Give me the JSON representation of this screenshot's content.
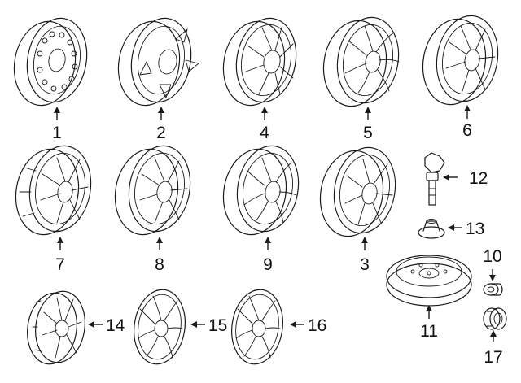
{
  "callouts": [
    {
      "id": "c1",
      "label": "1"
    },
    {
      "id": "c2",
      "label": "2"
    },
    {
      "id": "c4",
      "label": "4"
    },
    {
      "id": "c5",
      "label": "5"
    },
    {
      "id": "c6",
      "label": "6"
    },
    {
      "id": "c7",
      "label": "7"
    },
    {
      "id": "c8",
      "label": "8"
    },
    {
      "id": "c9",
      "label": "9"
    },
    {
      "id": "c3",
      "label": "3"
    },
    {
      "id": "c12",
      "label": "12"
    },
    {
      "id": "c13",
      "label": "13"
    },
    {
      "id": "c10",
      "label": "10"
    },
    {
      "id": "c11",
      "label": "11"
    },
    {
      "id": "c14",
      "label": "14"
    },
    {
      "id": "c15",
      "label": "15"
    },
    {
      "id": "c16",
      "label": "16"
    },
    {
      "id": "c17",
      "label": "17"
    }
  ],
  "colors": {
    "line": "#1a1a1a",
    "background": "#ffffff"
  }
}
